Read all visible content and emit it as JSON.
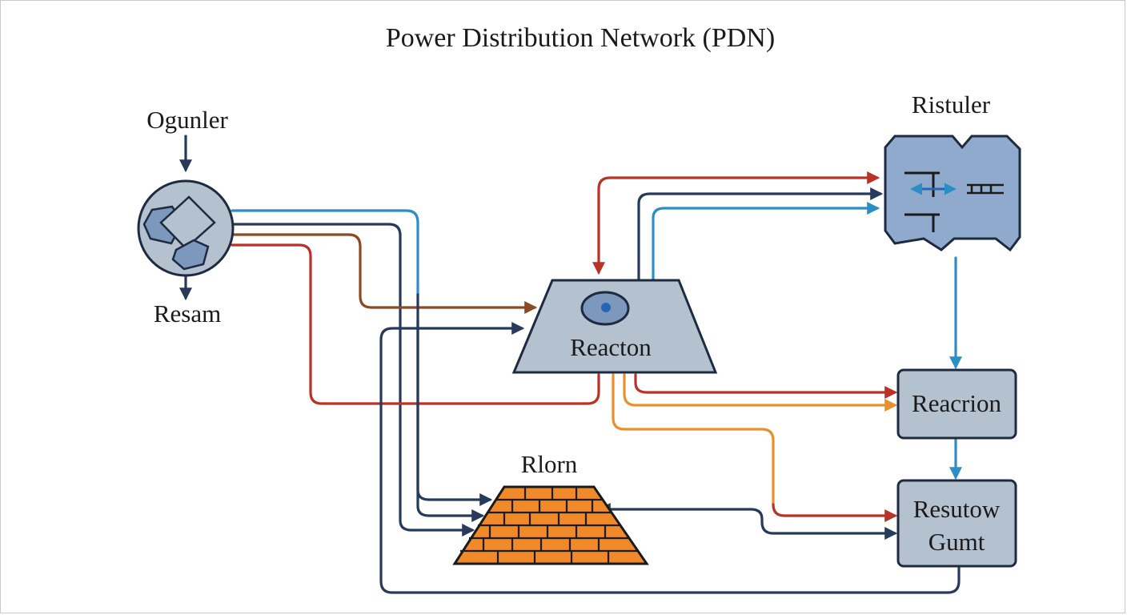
{
  "diagram": {
    "title": "Power Distribution Network (PDN)",
    "nodes": {
      "ogunler": "Ogunler",
      "resam": "Resam",
      "ristuler": "Ristuler",
      "reacton": "Reacton",
      "reacrion": "Reacrion",
      "rlorn": "Rlorn",
      "resutow_line1": "Resutow",
      "resutow_line2": "Gumt"
    },
    "colors": {
      "navy": "#273a5c",
      "blue": "#2b8ec4",
      "red": "#b83228",
      "brown": "#8a4a24",
      "orange": "#e8902c",
      "node_fill": "#b4c1cf",
      "brick_fill": "#f08a28"
    }
  }
}
